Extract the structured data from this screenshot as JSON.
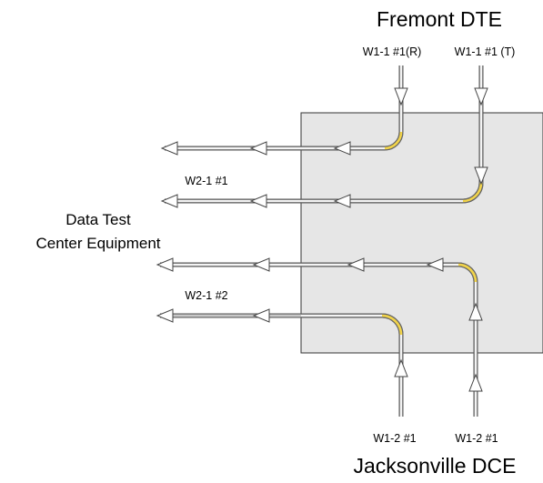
{
  "top_title": "Fremont DTE",
  "bottom_title": "Jacksonville DCE",
  "left_title_line1": "Data Test",
  "left_title_line2": "Center Equipment",
  "labels": {
    "top_left": "W1-1 #1(R)",
    "top_right": "W1-1 #1 (T)",
    "w2_1": "W2-1 #1",
    "w2_2": "W2-1 #2",
    "bottom_left": "W1-2 #1",
    "bottom_right": "W1-2 #1"
  },
  "colors": {
    "panel_fill": "#e6e6e6",
    "panel_stroke": "#333333",
    "bend_highlight": "#f2d44a"
  }
}
